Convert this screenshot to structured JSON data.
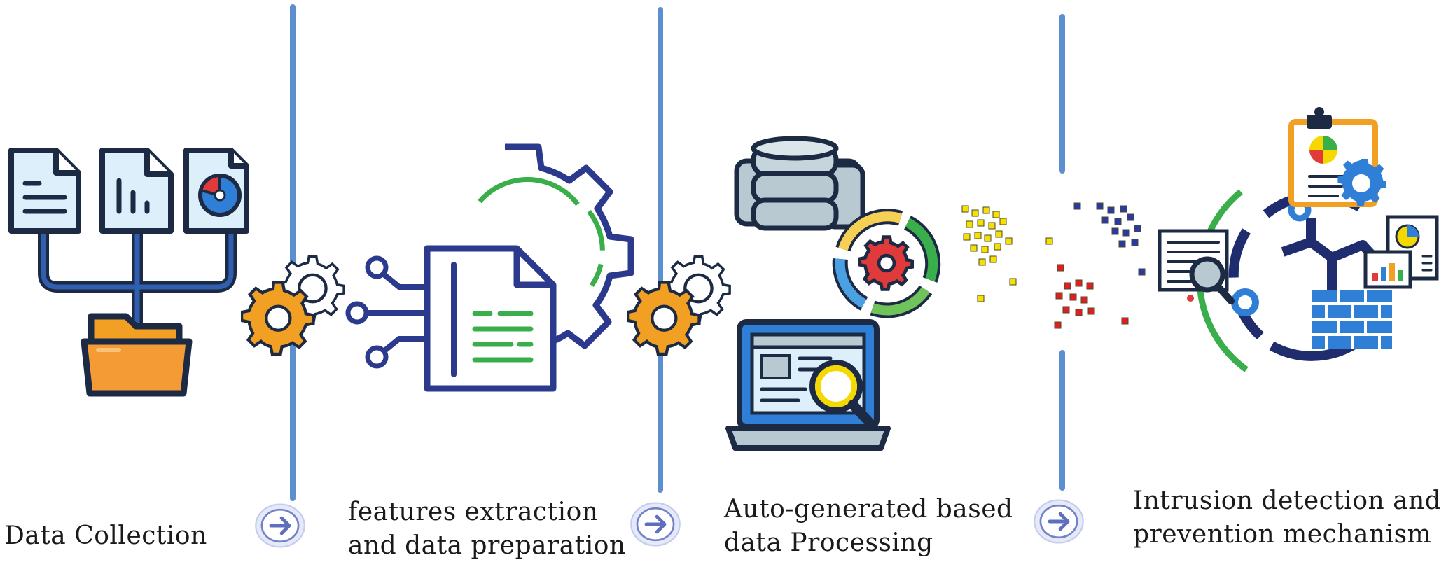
{
  "stages": [
    {
      "lines": [
        "Data Collection"
      ]
    },
    {
      "lines": [
        "features extraction",
        "and data preparation"
      ]
    },
    {
      "lines": [
        "Auto-generated based",
        "data Processing"
      ]
    },
    {
      "lines": [
        "Intrusion detection and",
        "prevention mechanism"
      ]
    }
  ],
  "icons": [
    "text-document-icon",
    "bar-chart-document-icon",
    "pie-chart-document-icon",
    "folder-icon",
    "gears-icon",
    "connected-document-gear-icon",
    "database-icon",
    "cycle-gear-icon",
    "laptop-search-icon",
    "data-points-icon",
    "clipboard-icon",
    "search-document-icon",
    "network-shield-icon",
    "chart-report-icon",
    "firewall-icon",
    "arrow-right-icon"
  ],
  "colors": {
    "divider": "#5b8fd0",
    "outline_dark": "#1c2a44",
    "navy": "#2b3a8c",
    "green": "#3aae4a",
    "orange": "#f2a024",
    "red": "#e03a3a",
    "light_blue": "#dceffa",
    "blue": "#2f7fd6",
    "yellow": "#f5d800"
  }
}
